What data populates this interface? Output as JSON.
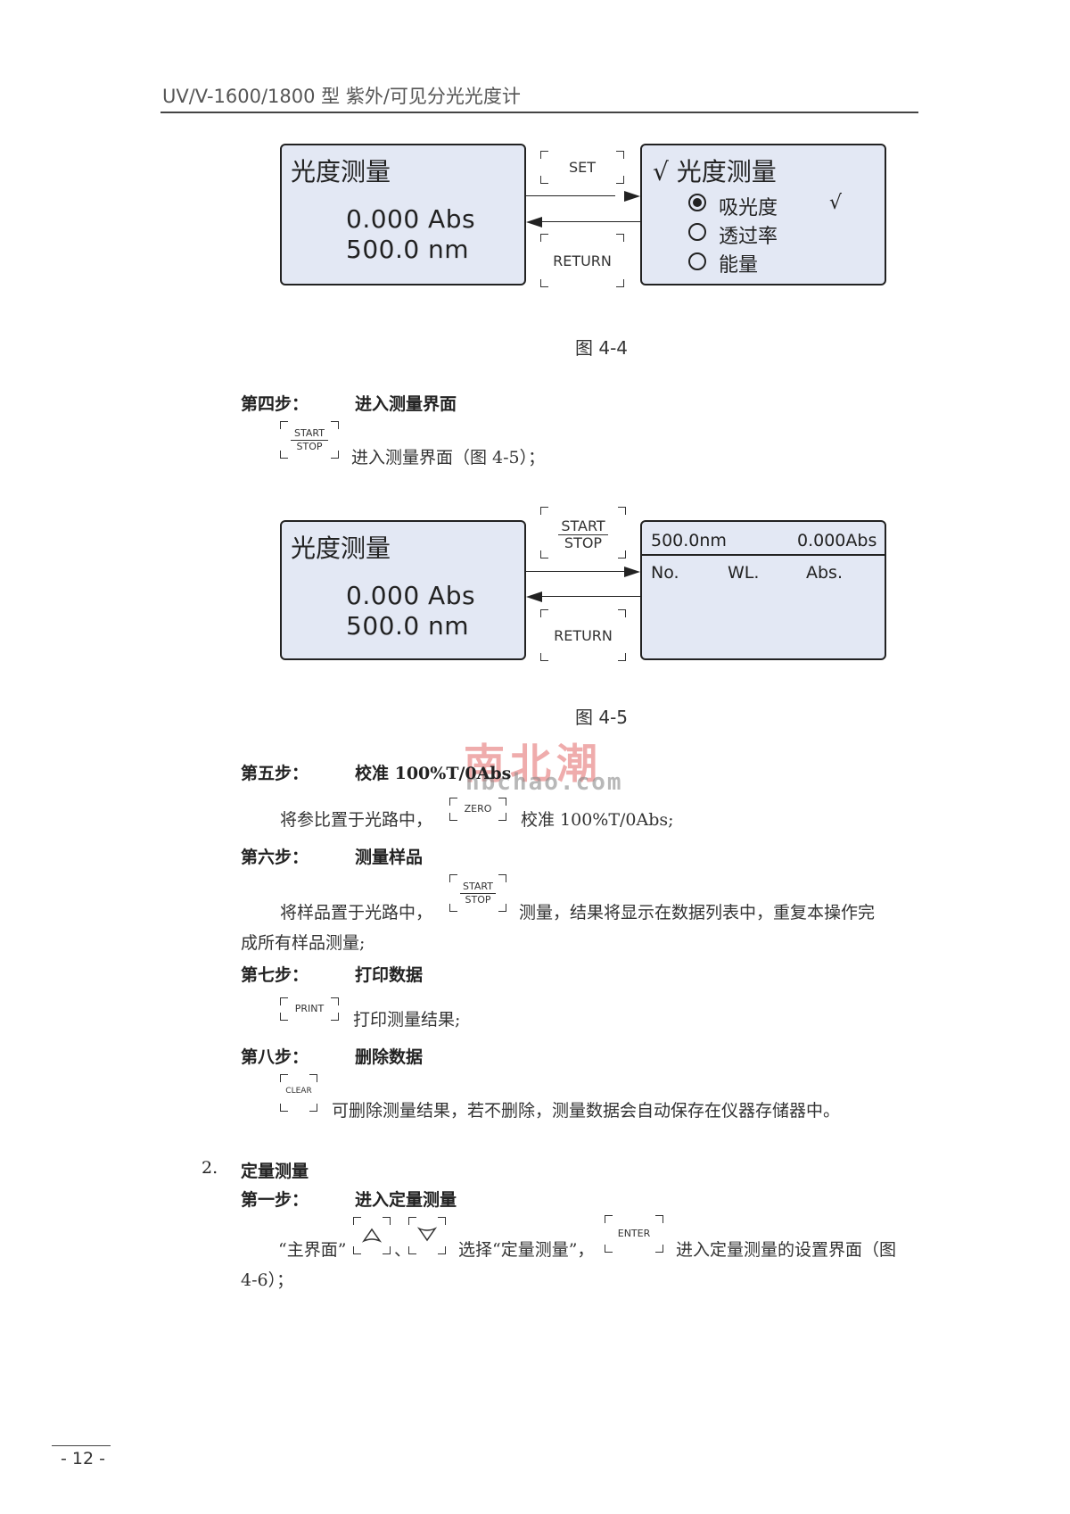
{
  "header": {
    "title": "UV/V-1600/1800 型  紫外/可见分光光度计"
  },
  "fig44": {
    "left_screen": {
      "title": "光度测量",
      "abs": "0.000 Abs",
      "wl": "500.0 nm"
    },
    "set_key": "SET",
    "return_key": "RETURN",
    "right_screen": {
      "title": "√ 光度测量",
      "options": [
        "吸光度",
        "透过率",
        "能量"
      ],
      "selected_mark": "√"
    },
    "caption": "图 4-4"
  },
  "step4": {
    "label": "第四步：",
    "title": "进入测量界面",
    "key_top": "START",
    "key_bottom": "STOP",
    "text": "进入测量界面（图 4-5）；"
  },
  "fig45": {
    "left_screen": {
      "title": "光度测量",
      "abs": "0.000 Abs",
      "wl": "500.0 nm"
    },
    "start_key_top": "START",
    "start_key_bottom": "STOP",
    "return_key": "RETURN",
    "right_screen": {
      "wl": "500.0nm",
      "abs": "0.000Abs",
      "cols": [
        "No.",
        "WL.",
        "Abs."
      ]
    },
    "caption": "图 4-5"
  },
  "watermark": {
    "cn": "南北潮",
    "en": "nbchao.com"
  },
  "step5": {
    "label": "第五步：",
    "title": "校准 100%T/0Abs",
    "text_before": "将参比置于光路中，",
    "key": "ZERO",
    "text_after": "校准 100%T/0Abs;"
  },
  "step6": {
    "label": "第六步：",
    "title": "测量样品",
    "text_before": "将样品置于光路中，",
    "key_top": "START",
    "key_bottom": "STOP",
    "text_after": "测量，结果将显示在数据列表中，重复本操作完",
    "text_line2": "成所有样品测量;"
  },
  "step7": {
    "label": "第七步：",
    "title": "打印数据",
    "key": "PRINT",
    "text": "打印测量结果;"
  },
  "step8": {
    "label": "第八步：",
    "title": "删除数据",
    "key": "CLEAR",
    "text": "可删除测量结果，若不删除，测量数据会自动保存在仪器存储器中。"
  },
  "section2": {
    "number": "2.",
    "title": "定量测量",
    "step1_label": "第一步：",
    "step1_title": "进入定量测量",
    "text_a": "“主界面”",
    "sep": "、",
    "text_b": "选择“定量测量”，",
    "enter_key": "ENTER",
    "text_c": "进入定量测量的设置界面（图",
    "text_line2": "4-6）；"
  },
  "footer": {
    "page": "- 12 -"
  }
}
